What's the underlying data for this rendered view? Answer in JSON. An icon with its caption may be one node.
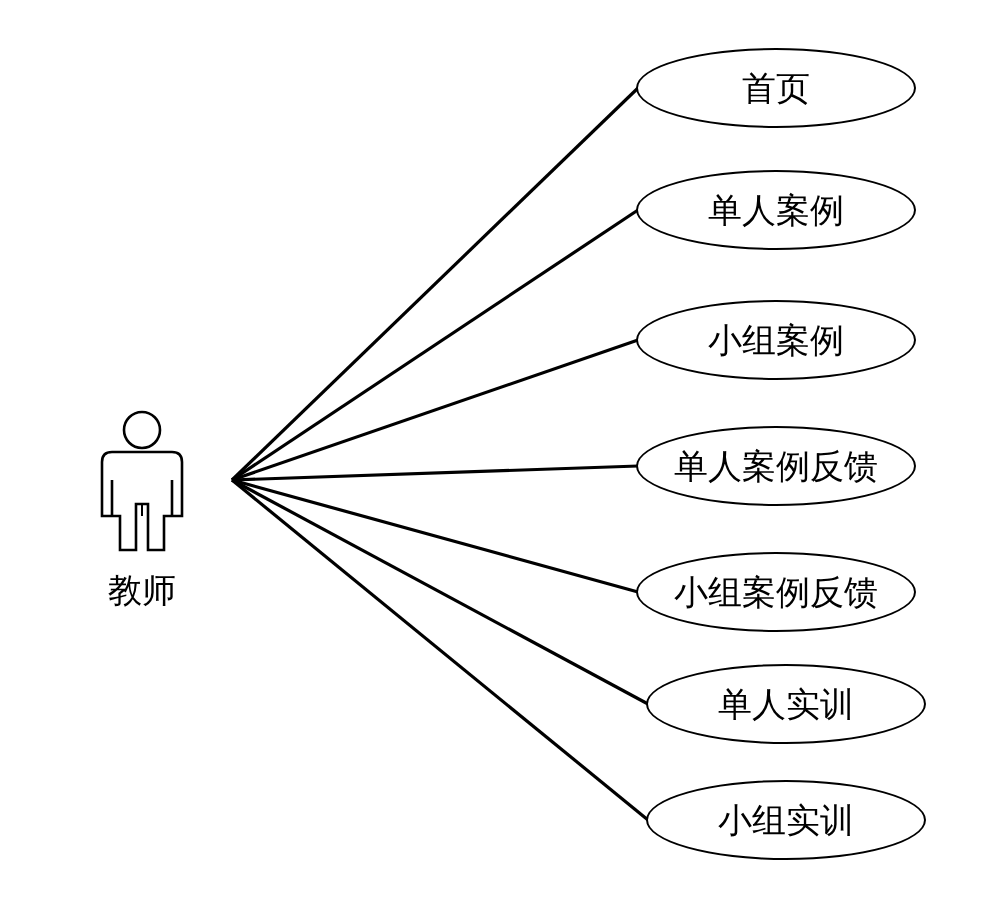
{
  "diagram": {
    "nodes": [
      {
        "text": [
          "教师"
        ]
      },
      {
        "text": [
          "首页"
        ]
      },
      {
        "text": [
          "单人案例"
        ]
      },
      {
        "text": [
          "小组案例"
        ]
      },
      {
        "text": [
          "单人案例反馈"
        ]
      },
      {
        "text": [
          "小组案例反馈"
        ]
      },
      {
        "text": [
          "单人实训"
        ]
      },
      {
        "text": [
          "小组实训"
        ]
      }
    ],
    "edges": [
      {
        "from": 0,
        "to": 1,
        "arrow": "none"
      },
      {
        "from": 0,
        "to": 2,
        "arrow": "none"
      },
      {
        "from": 0,
        "to": 3,
        "arrow": "none"
      },
      {
        "from": 0,
        "to": 4,
        "arrow": "none"
      },
      {
        "from": 0,
        "to": 5,
        "arrow": "none"
      },
      {
        "from": 0,
        "to": 6,
        "arrow": "none"
      },
      {
        "from": 0,
        "to": 7,
        "arrow": "none"
      }
    ]
  }
}
